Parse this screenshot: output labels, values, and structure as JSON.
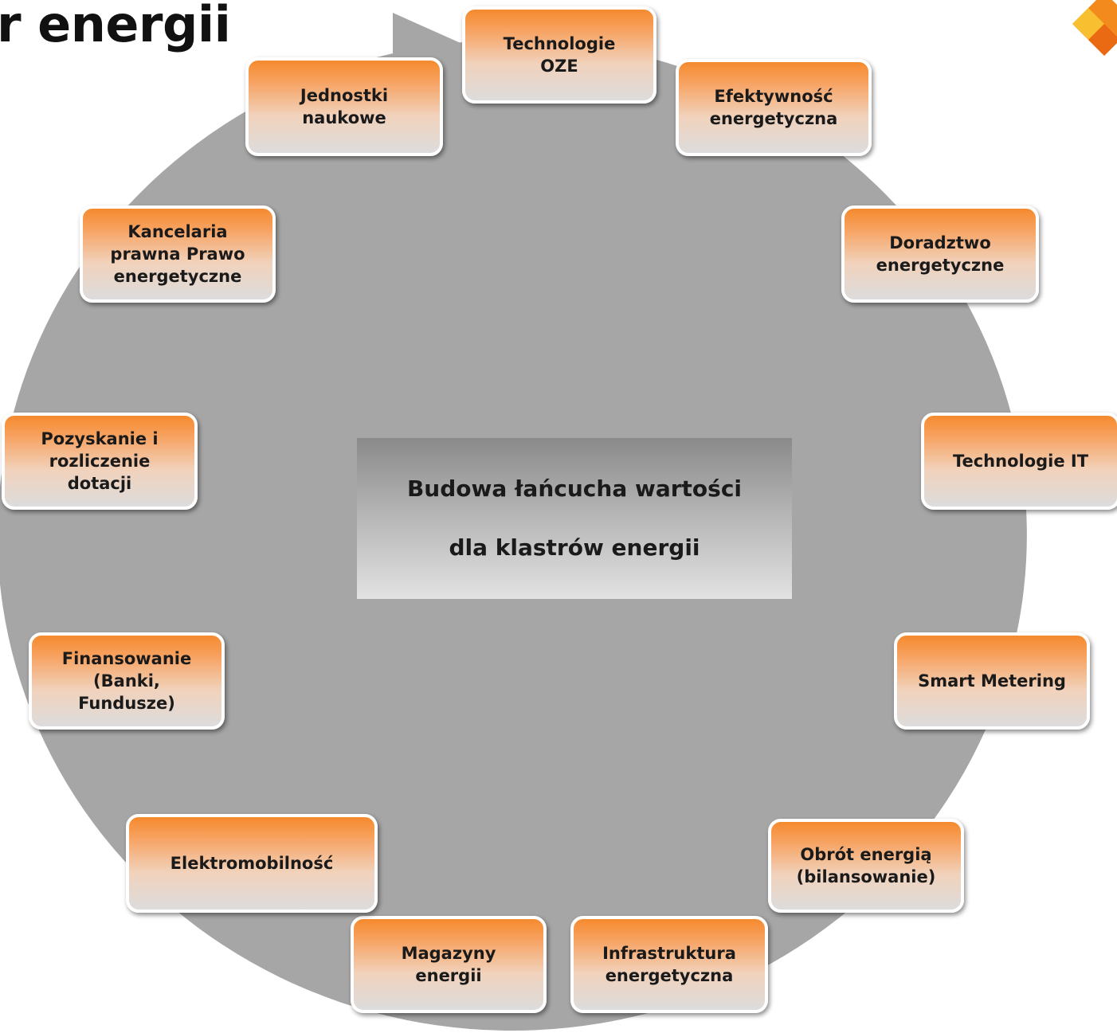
{
  "title": "r energii",
  "colors": {
    "ring": "#a6a6a6",
    "node_top": "#f58a2e",
    "node_bottom": "#dcdcdc",
    "center_top": "#8a8a8a",
    "center_bottom": "#e2e2e2",
    "logo_orange": "#f28a1e",
    "logo_yellow": "#f8c030"
  },
  "center": {
    "line1": "Budowa łańcucha wartości",
    "line2": "dla klastrów energii"
  },
  "nodes": [
    {
      "id": "technologie-oze",
      "label": "Technologie\nOZE"
    },
    {
      "id": "efektywnosc-energetyczna",
      "label": "Efektywność\nenergetyczna"
    },
    {
      "id": "doradztwo-energetyczne",
      "label": "Doradztwo\nenergetyczne"
    },
    {
      "id": "technologie-it",
      "label": "Technologie IT"
    },
    {
      "id": "smart-metering",
      "label": "Smart Metering"
    },
    {
      "id": "obrot-energia",
      "label": "Obrót energią\n(bilansowanie)"
    },
    {
      "id": "infrastruktura-energetyczna",
      "label": "Infrastruktura\nenergetyczna"
    },
    {
      "id": "magazyny-energii",
      "label": "Magazyny\nenergii"
    },
    {
      "id": "elektromobilnosc",
      "label": "Elektromobilność"
    },
    {
      "id": "finansowanie",
      "label": "Finansowanie\n(Banki,\nFundusze)"
    },
    {
      "id": "pozyskanie-dotacji",
      "label": "Pozyskanie i\nrozliczenie\ndotacji"
    },
    {
      "id": "kancelaria-prawna",
      "label": "Kancelaria\nprawna Prawo\nenergetyczne"
    },
    {
      "id": "jednostki-naukowe",
      "label": "Jednostki\nnaukowe"
    }
  ]
}
